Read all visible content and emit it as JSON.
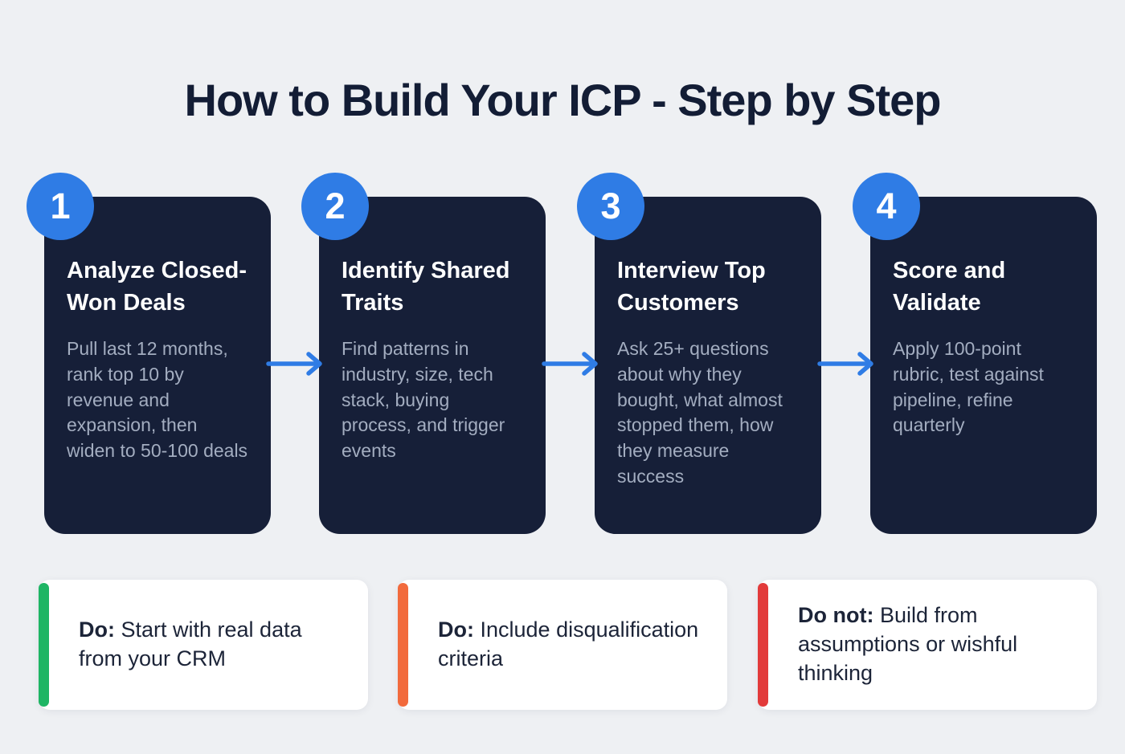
{
  "title": "How to Build Your ICP - Step by Step",
  "colors": {
    "page_bg": "#eef0f3",
    "card_bg": "#161f38",
    "accent_blue": "#2f7ce5",
    "callout_green": "#1eb564",
    "callout_orange": "#f26a3c",
    "callout_red": "#e23a3a"
  },
  "steps": [
    {
      "number": "1",
      "title": "Analyze Closed-Won Deals",
      "description": "Pull last 12 months, rank top 10 by revenue and expansion, then widen to 50-100 deals"
    },
    {
      "number": "2",
      "title": "Identify Shared Traits",
      "description": "Find patterns in industry, size, tech stack, buying process, and trigger events"
    },
    {
      "number": "3",
      "title": "Interview Top Customers",
      "description": "Ask 25+ questions about why they bought, what almost stopped them, how they measure success"
    },
    {
      "number": "4",
      "title": "Score and Validate",
      "description": "Apply 100-point rubric, test against pipeline, refine quarterly"
    }
  ],
  "callouts": [
    {
      "label": "Do:",
      "text": "Start with real data from your CRM",
      "accent": "#1eb564"
    },
    {
      "label": "Do:",
      "text": "Include disqualification criteria",
      "accent": "#f26a3c"
    },
    {
      "label": "Do not:",
      "text": "Build from assumptions or wishful thinking",
      "accent": "#e23a3a"
    }
  ]
}
